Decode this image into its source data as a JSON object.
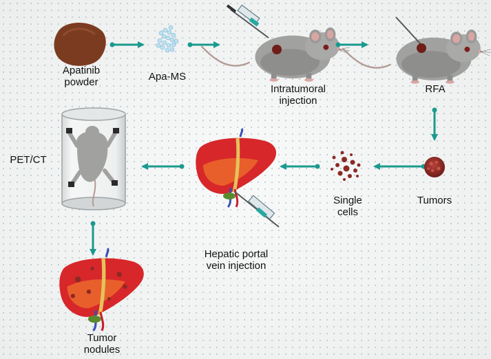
{
  "colors": {
    "arrow": "#1a9a8e",
    "liver": "#d7272a",
    "mouse": "#9a9a98",
    "tumor": "#8c2a24",
    "background": "#f1f3f3"
  },
  "steps": {
    "apatinib": {
      "line1": "Apatinib",
      "line2": "powder"
    },
    "apams": {
      "line1": "Apa-MS"
    },
    "intratumoral": {
      "line1": "Intratumoral",
      "line2": "injection"
    },
    "rfa": {
      "line1": "RFA"
    },
    "tumors": {
      "line1": "Tumors"
    },
    "singlecells": {
      "line1": "Single",
      "line2": "cells"
    },
    "portal": {
      "line1": "Hepatic portal",
      "line2": "vein injection"
    },
    "petct": {
      "line1": "PET/CT"
    },
    "nodules": {
      "line1": "Tumor",
      "line2": "nodules"
    }
  },
  "icons": [
    "powder-icon",
    "microsphere-icon",
    "syringe-icon",
    "mouse-icon",
    "needle-icon",
    "tumor-icon",
    "cells-icon",
    "liver-icon",
    "scanner-icon"
  ]
}
